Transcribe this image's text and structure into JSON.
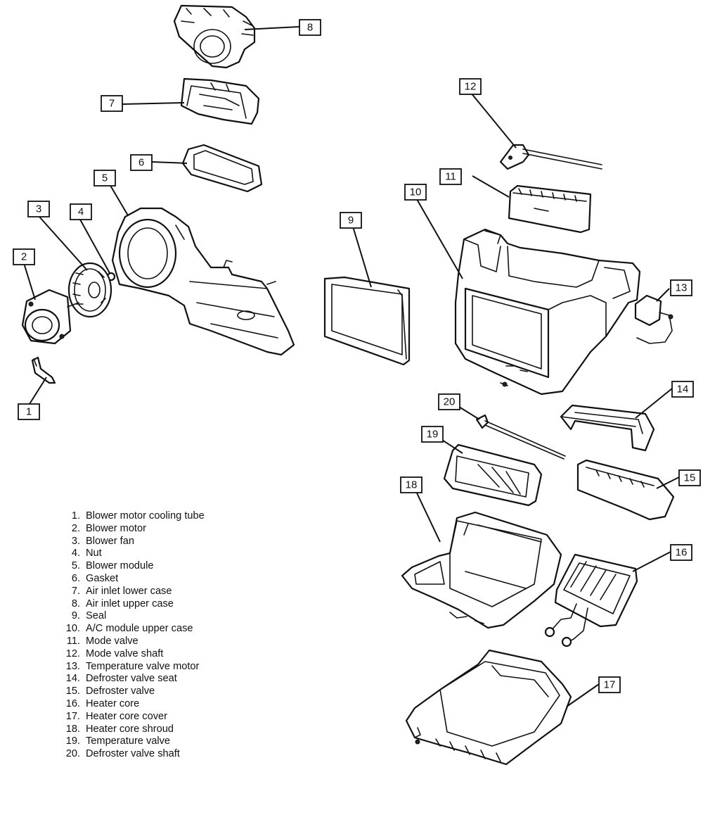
{
  "callouts": [
    "1",
    "2",
    "3",
    "4",
    "5",
    "6",
    "7",
    "8",
    "9",
    "10",
    "11",
    "12",
    "13",
    "14",
    "15",
    "16",
    "17",
    "18",
    "19",
    "20"
  ],
  "legend": [
    {
      "num": "1.",
      "text": "Blower motor cooling tube"
    },
    {
      "num": "2.",
      "text": "Blower motor"
    },
    {
      "num": "3.",
      "text": "Blower fan"
    },
    {
      "num": "4.",
      "text": "Nut"
    },
    {
      "num": "5.",
      "text": "Blower module"
    },
    {
      "num": "6.",
      "text": "Gasket"
    },
    {
      "num": "7.",
      "text": "Air inlet lower case"
    },
    {
      "num": "8.",
      "text": "Air inlet upper case"
    },
    {
      "num": "9.",
      "text": "Seal"
    },
    {
      "num": "10.",
      "text": "A/C module upper case"
    },
    {
      "num": "11.",
      "text": "Mode valve"
    },
    {
      "num": "12.",
      "text": "Mode valve shaft"
    },
    {
      "num": "13.",
      "text": "Temperature valve motor"
    },
    {
      "num": "14.",
      "text": "Defroster valve seat"
    },
    {
      "num": "15.",
      "text": "Defroster valve"
    },
    {
      "num": "16.",
      "text": "Heater core"
    },
    {
      "num": "17.",
      "text": "Heater core cover"
    },
    {
      "num": "18.",
      "text": "Heater core shroud"
    },
    {
      "num": "19.",
      "text": "Temperature valve"
    },
    {
      "num": "20.",
      "text": "Defroster valve shaft"
    }
  ]
}
